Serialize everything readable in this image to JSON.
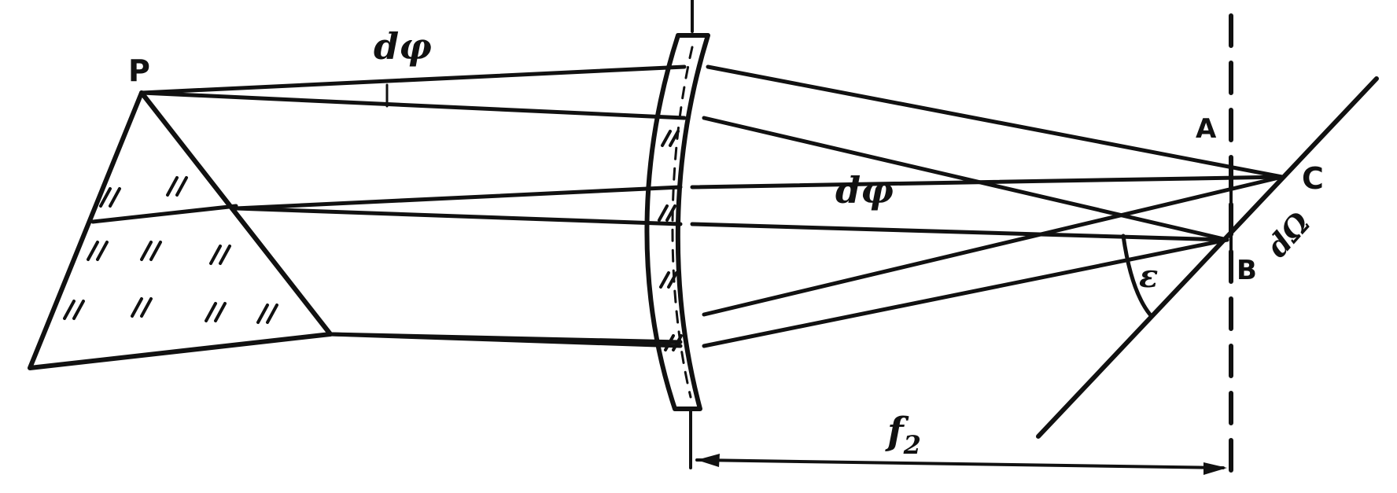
{
  "labels": {
    "P": "P",
    "A": "A",
    "B": "B",
    "C": "C",
    "d_phi_top": "dφ",
    "d_phi_mid": "dφ",
    "d_omega": "dΩ",
    "epsilon": "ε",
    "f2_letter": "f",
    "f2_sub": "2"
  },
  "colors": {
    "ink": "#111111",
    "background": "#ffffff"
  }
}
